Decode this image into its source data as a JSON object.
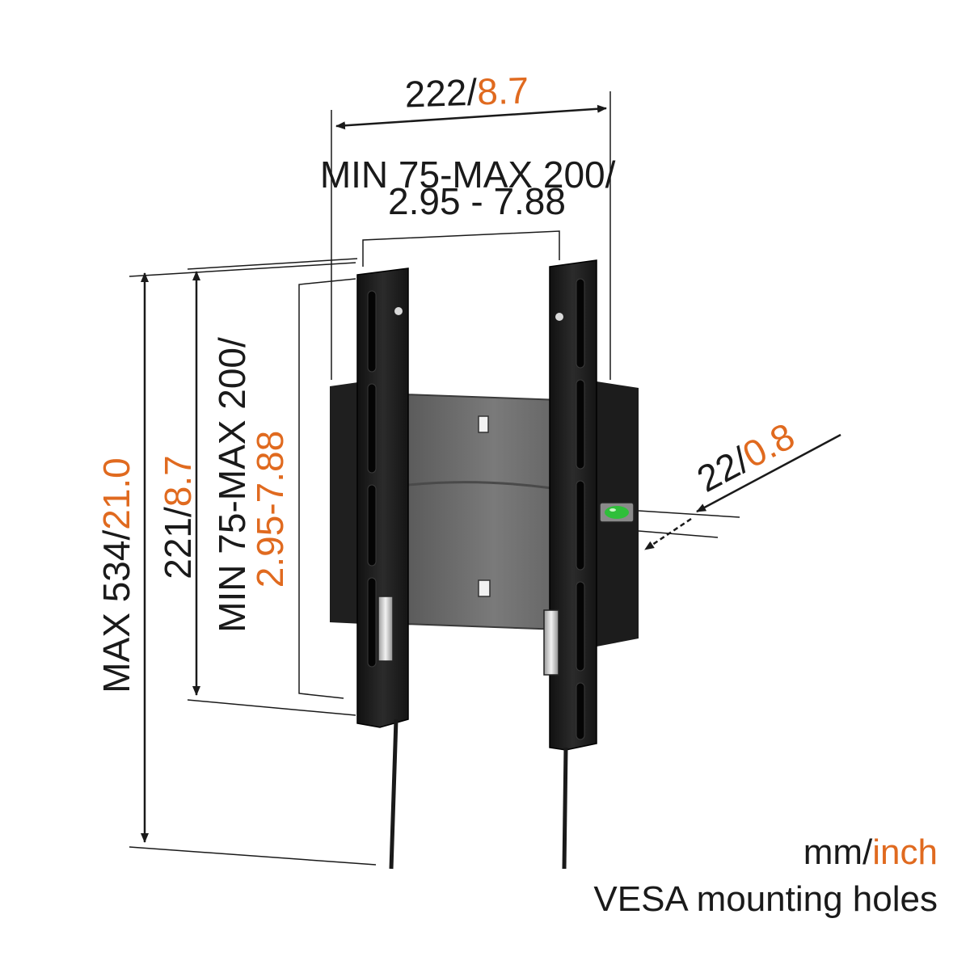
{
  "colors": {
    "text": "#1a1a1a",
    "accent": "#e06a1f",
    "bracket": "#1c1c1c",
    "plate": "#6d6d6d",
    "level_bubble": "#2fbf3a"
  },
  "dimensions": {
    "total_width": {
      "mm": "222",
      "sep": "/",
      "inch": "8.7"
    },
    "vesa_horizontal": {
      "line1": "MIN 75-MAX 200/",
      "line2": "2.95 - 7.88"
    },
    "max_height": {
      "mm": "MAX 534",
      "sep": "/",
      "inch": "21.0"
    },
    "bracket_height": {
      "mm": "221",
      "sep": "/",
      "inch": "8.7"
    },
    "vesa_vertical": {
      "line1": "MIN 75-MAX 200/",
      "line2": "2.95-7.88"
    },
    "wall_distance": {
      "mm": "22",
      "sep": "/",
      "inch": "0.8"
    }
  },
  "legend": {
    "units_mm": "mm",
    "units_sep": "/",
    "units_inch": "inch",
    "caption": "VESA mounting holes"
  }
}
